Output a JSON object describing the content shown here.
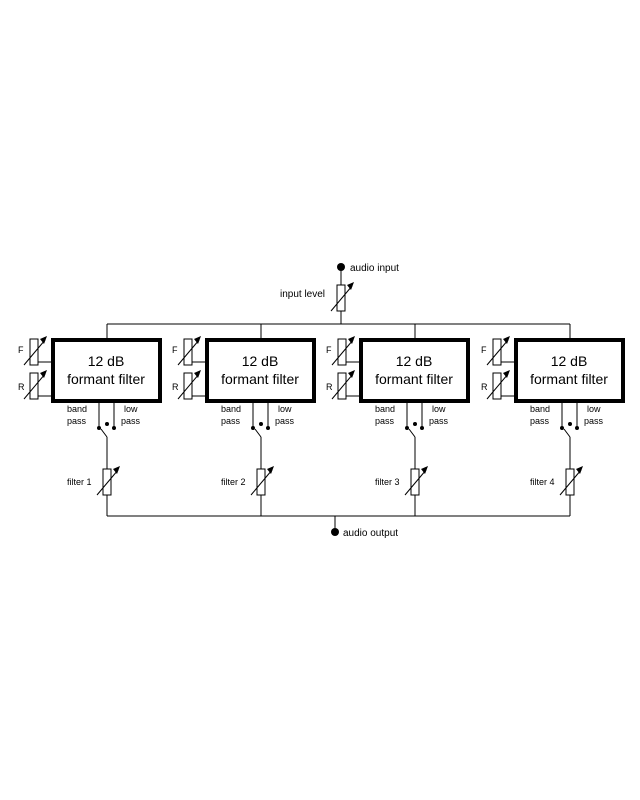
{
  "diagram": {
    "input": {
      "label": "audio input",
      "level_label": "input level"
    },
    "output": {
      "label": "audio output"
    },
    "channels": [
      {
        "box_line1": "12 dB",
        "box_line2": "formant filter",
        "f_label": "F",
        "r_label": "R",
        "band_label1": "band",
        "band_label2": "pass",
        "low_label1": "low",
        "low_label2": "pass",
        "filter_label": "filter 1"
      },
      {
        "box_line1": "12 dB",
        "box_line2": "formant filter",
        "f_label": "F",
        "r_label": "R",
        "band_label1": "band",
        "band_label2": "pass",
        "low_label1": "low",
        "low_label2": "pass",
        "filter_label": "filter 2"
      },
      {
        "box_line1": "12 dB",
        "box_line2": "formant filter",
        "f_label": "F",
        "r_label": "R",
        "band_label1": "band",
        "band_label2": "pass",
        "low_label1": "low",
        "low_label2": "pass",
        "filter_label": "filter 3"
      },
      {
        "box_line1": "12 dB",
        "box_line2": "formant filter",
        "f_label": "F",
        "r_label": "R",
        "band_label1": "band",
        "band_label2": "pass",
        "low_label1": "low",
        "low_label2": "pass",
        "filter_label": "filter 4"
      }
    ]
  }
}
